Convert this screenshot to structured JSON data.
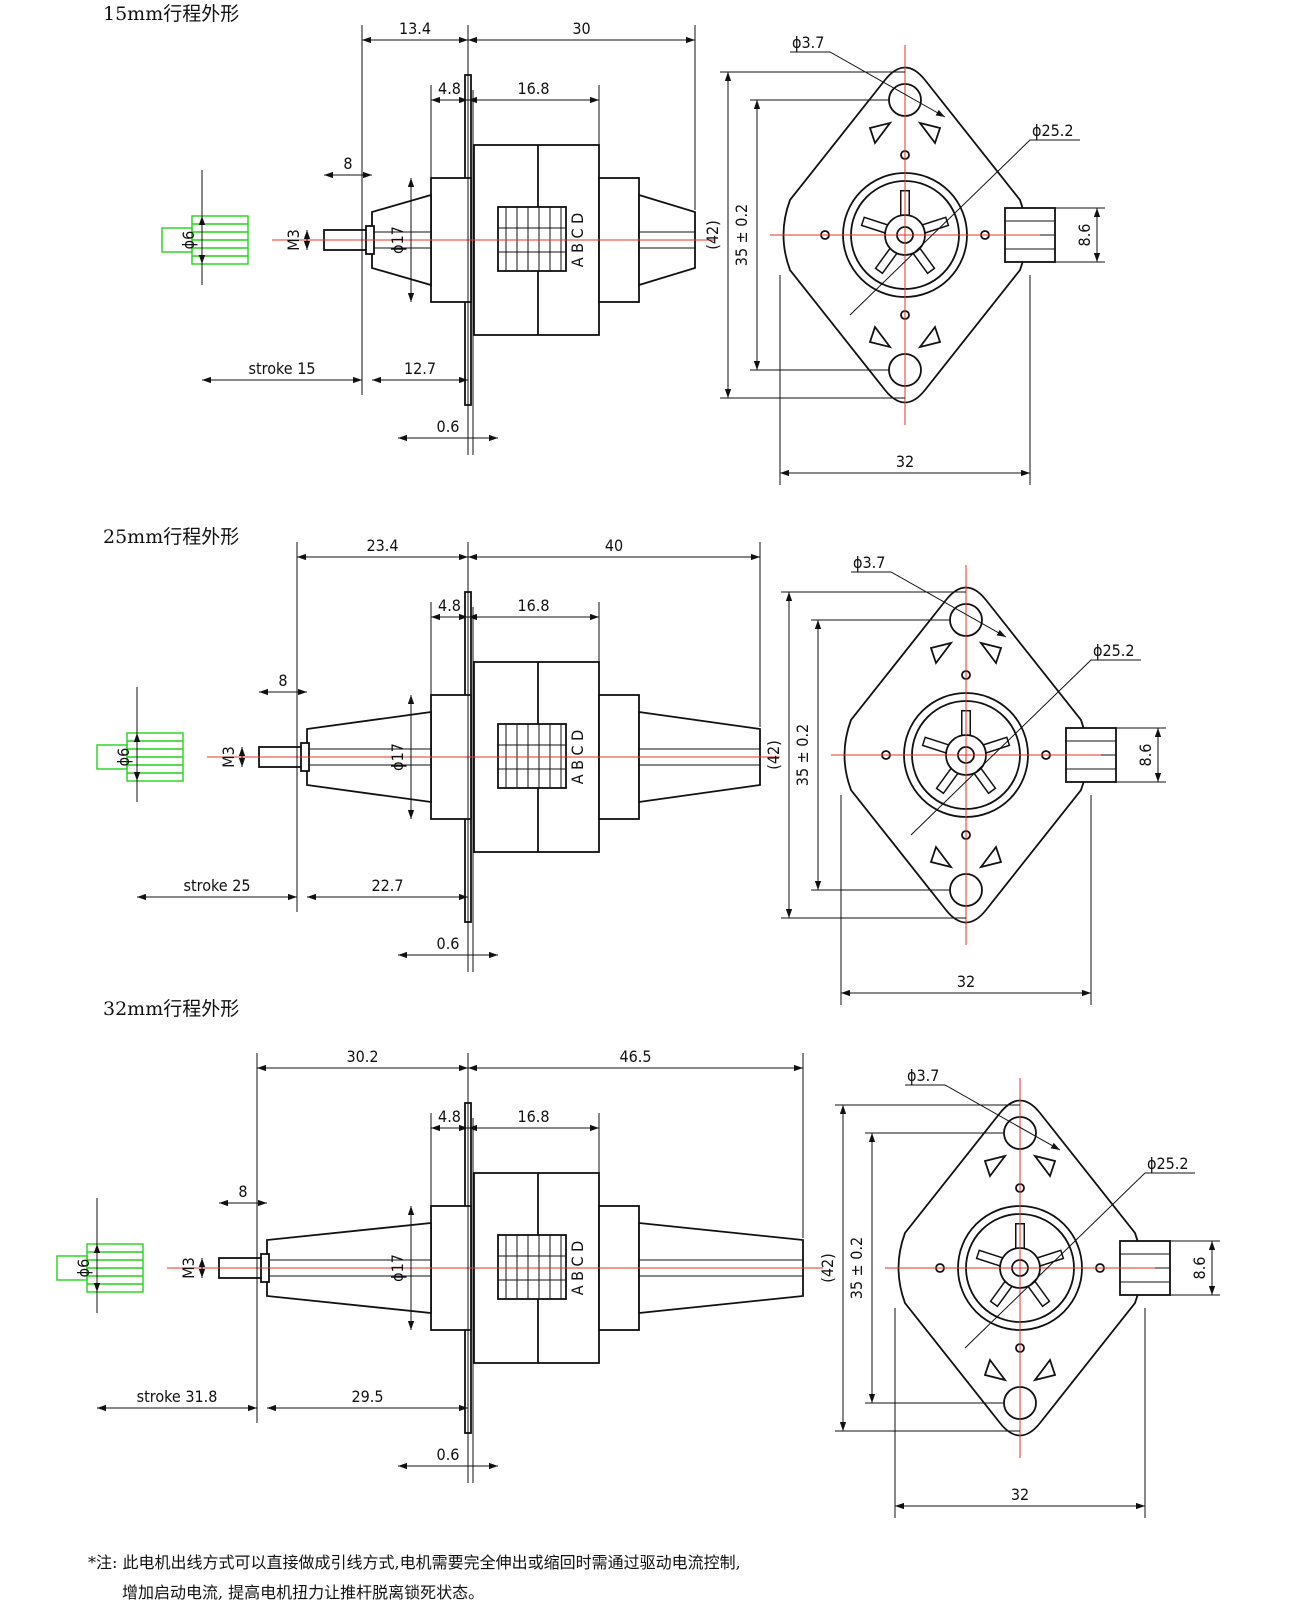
{
  "views": [
    {
      "title": "15mm行程外形",
      "side": {
        "overall_left": "13.4",
        "overall_right": "30",
        "flange_offset": "4.8",
        "core_length": "16.8",
        "core_dia": "ϕ17",
        "thread": "M3",
        "thread_len": "8",
        "shaft_dia": "ϕ6",
        "stroke": "stroke 15",
        "front_len": "12.7",
        "flange_thk": "0.6",
        "phases": "A B C D"
      },
      "front": {
        "hole_dia": "ϕ3.7",
        "body_dia": "ϕ25.2",
        "overall_h": "(42)",
        "hole_pitch": "35 ± 0.2",
        "shaft_h": "8.6",
        "width": "32"
      }
    },
    {
      "title": "25mm行程外形",
      "side": {
        "overall_left": "23.4",
        "overall_right": "40",
        "flange_offset": "4.8",
        "core_length": "16.8",
        "core_dia": "ϕ17",
        "thread": "M3",
        "thread_len": "8",
        "shaft_dia": "ϕ6",
        "stroke": "stroke 25",
        "front_len": "22.7",
        "flange_thk": "0.6",
        "phases": "A B C D"
      },
      "front": {
        "hole_dia": "ϕ3.7",
        "body_dia": "ϕ25.2",
        "overall_h": "(42)",
        "hole_pitch": "35 ± 0.2",
        "shaft_h": "8.6",
        "width": "32"
      }
    },
    {
      "title": "32mm行程外形",
      "side": {
        "overall_left": "30.2",
        "overall_right": "46.5",
        "flange_offset": "4.8",
        "core_length": "16.8",
        "core_dia": "ϕ17",
        "thread": "M3",
        "thread_len": "8",
        "shaft_dia": "ϕ6",
        "stroke": "stroke 31.8",
        "front_len": "29.5",
        "flange_thk": "0.6",
        "phases": "A B C D"
      },
      "front": {
        "hole_dia": "ϕ3.7",
        "body_dia": "ϕ25.2",
        "overall_h": "(42)",
        "hole_pitch": "35 ± 0.2",
        "shaft_h": "8.6",
        "width": "32"
      }
    }
  ],
  "note": {
    "line1": "*注: 此电机出线方式可以直接做成引线方式,电机需要完全伸出或缩回时需通过驱动电流控制,",
    "line2": "增加启动电流, 提高电机扭力让推杆脱离锁死状态。"
  }
}
